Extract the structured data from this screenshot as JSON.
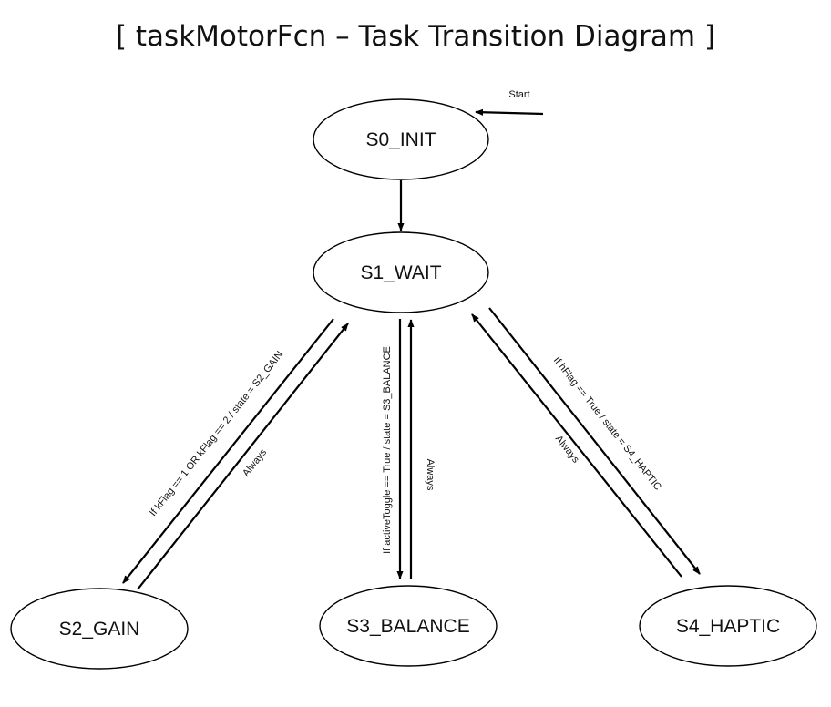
{
  "title": "[ taskMotorFcn – Task Transition Diagram ]",
  "start_label": "Start",
  "states": {
    "s0": "S0_INIT",
    "s1": "S1_WAIT",
    "s2": "S2_GAIN",
    "s3": "S3_BALANCE",
    "s4": "S4_HAPTIC"
  },
  "transitions": {
    "s1_to_s2": "If kFlag == 1 OR kFlag == 2 / state = S2_GAIN",
    "s2_to_s1": "Always",
    "s1_to_s3": "If activeToggle == True / state = S3_BALANCE",
    "s3_to_s1": "Always",
    "s1_to_s4": "If hFlag == True / state = S4_HAPTIC",
    "s4_to_s1": "Always"
  },
  "colors": {
    "stroke": "#000000",
    "text": "#111111",
    "background": "#ffffff"
  }
}
